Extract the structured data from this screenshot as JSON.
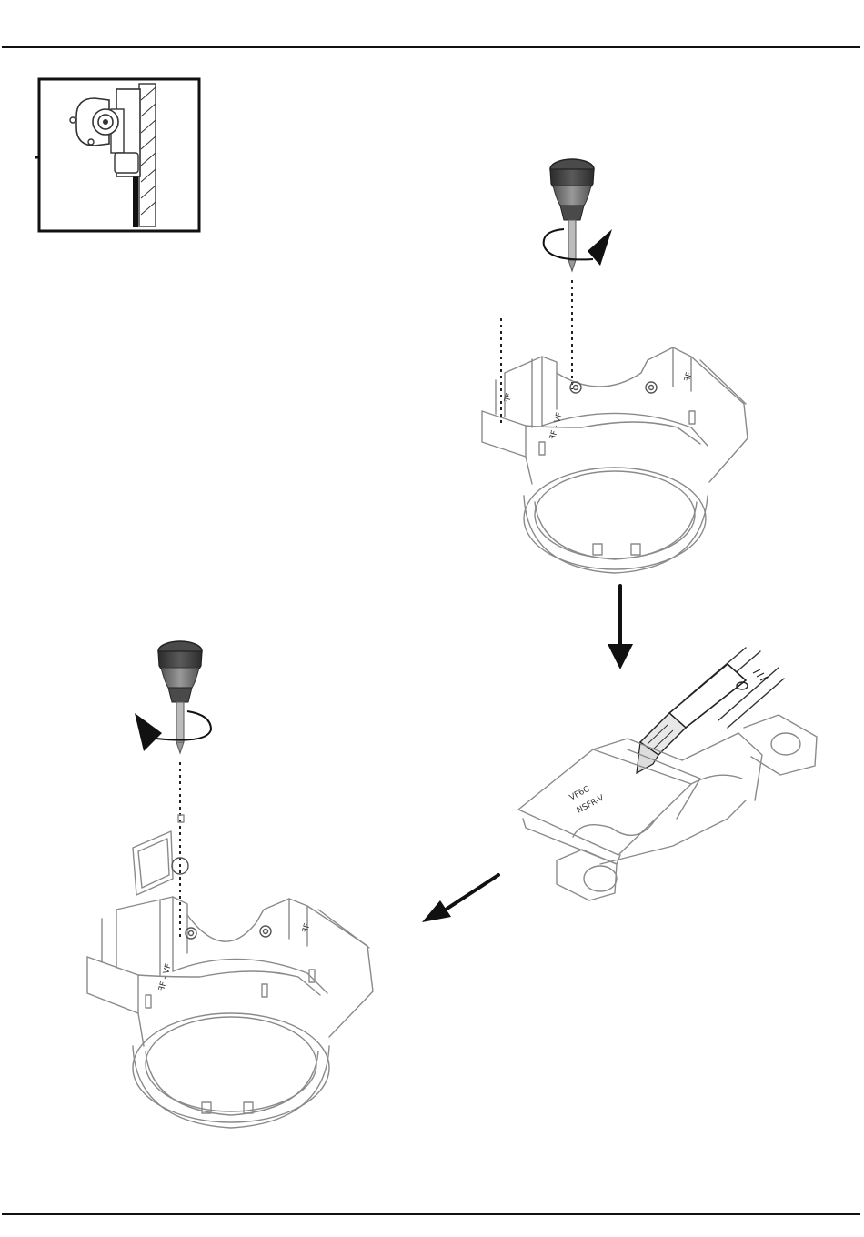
{
  "page": {
    "background": "#ffffff",
    "rule_color": "#111111"
  },
  "illustrations": {
    "inset": {
      "icon": "wall-mount-side-view-icon"
    },
    "step1": {
      "icon": "screwdriver-icon",
      "rotation": "clockwise"
    },
    "step2": {
      "icon": "utility-knife-icon"
    },
    "step3": {
      "icon": "screwdriver-icon",
      "rotation": "counter-clockwise"
    },
    "arrows": [
      "arrow-down-icon",
      "arrow-down-left-icon"
    ],
    "embossed_text": {
      "mount_top": [
        "ꟻF - VF",
        "ꟻF"
      ],
      "plate": [
        "VF6C",
        "NSFR-V"
      ],
      "mount_bottom": [
        "ꟻF - VF",
        "ꟻF"
      ]
    },
    "colors": {
      "tool_dark": "#3a3a3a",
      "tool_mid": "#777777",
      "line": "#8a8a8a"
    }
  }
}
